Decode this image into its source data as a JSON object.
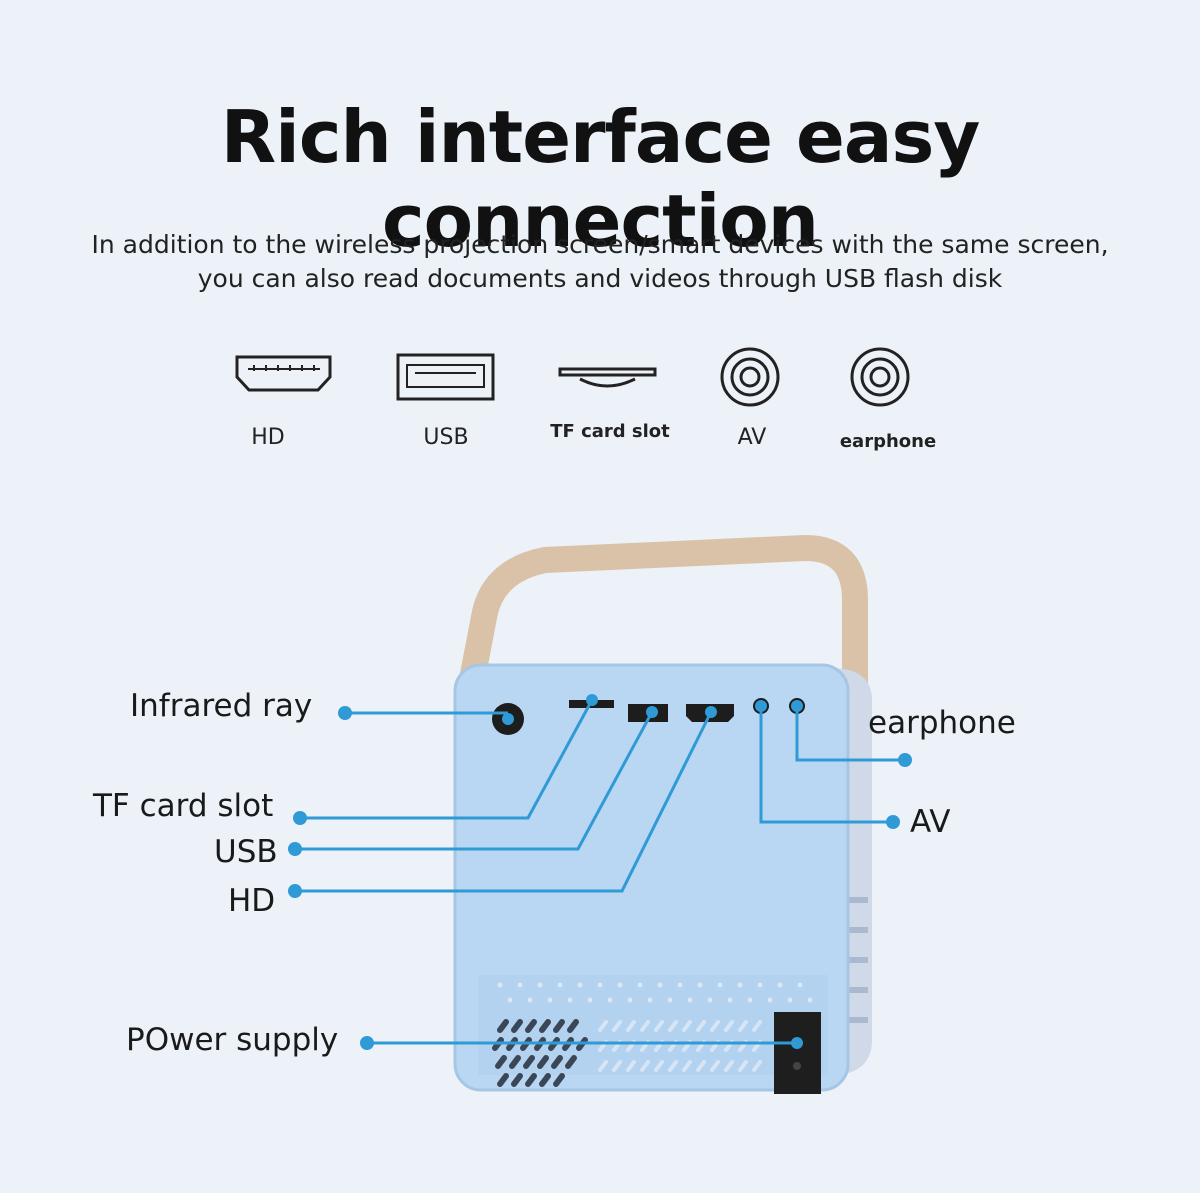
{
  "header": {
    "title": "Rich interface easy connection",
    "subtitle_line1": "In addition to the wireless projection screen/smart devices with the same screen,",
    "subtitle_line2": "you can also read documents and videos through USB flash disk"
  },
  "port_icons": [
    {
      "icon": "hdmi-port-icon",
      "label": "HD"
    },
    {
      "icon": "usb-port-icon",
      "label": "USB"
    },
    {
      "icon": "tf-card-slot-icon",
      "label": "TF card slot"
    },
    {
      "icon": "av-jack-icon",
      "label": "AV"
    },
    {
      "icon": "earphone-jack-icon",
      "label": "earphone"
    }
  ],
  "callouts": {
    "infrared": "Infrared ray",
    "tf_card": "TF card slot",
    "usb": "USB",
    "hd": "HD",
    "power": "POwer supply",
    "earphone": "earphone",
    "av": "AV"
  },
  "colors": {
    "background": "#edf2f9",
    "device_body": "#b9d6f2",
    "handle": "#d9c2a8",
    "callout_line": "#2f9ad6"
  }
}
